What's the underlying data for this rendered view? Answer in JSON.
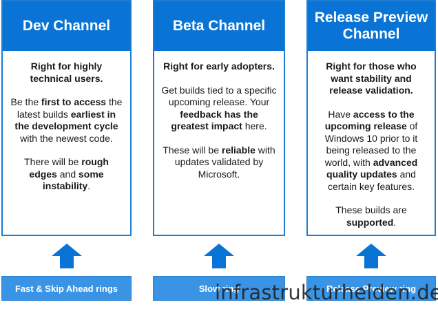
{
  "columns": [
    {
      "title": "Dev Channel",
      "ring": "Fast & Skip Ahead rings",
      "p1": [
        [
          "Right for highly technical users.",
          true
        ]
      ],
      "p2": [
        [
          "Be the ",
          false
        ],
        [
          "first to access",
          true
        ],
        [
          " the latest builds ",
          false
        ],
        [
          "earliest in the development cycle",
          true
        ],
        [
          " with the newest code.",
          false
        ]
      ],
      "p3": [
        [
          "There will be ",
          false
        ],
        [
          "rough edges",
          true
        ],
        [
          " and ",
          false
        ],
        [
          "some instability",
          true
        ],
        [
          ".",
          false
        ]
      ]
    },
    {
      "title": "Beta Channel",
      "ring": "Slow ring",
      "p1": [
        [
          "Right for early adopters.",
          true
        ]
      ],
      "p2": [
        [
          "Get builds tied to a specific upcoming release. Your ",
          false
        ],
        [
          "feedback has the greatest impact",
          true
        ],
        [
          " here.",
          false
        ]
      ],
      "p3": [
        [
          "These will be ",
          false
        ],
        [
          "reliable",
          true
        ],
        [
          " with updates validated by Microsoft.",
          false
        ]
      ]
    },
    {
      "title": "Release Preview Channel",
      "ring": "Release Preview ring",
      "p1": [
        [
          "Right for those who want stability and release validation.",
          true
        ]
      ],
      "p2": [
        [
          "Have ",
          false
        ],
        [
          "access to the upcoming release",
          true
        ],
        [
          " of Windows 10 prior to it being released to the world, with ",
          false
        ],
        [
          "advanced quality updates",
          true
        ],
        [
          " and certain key features.",
          false
        ]
      ],
      "p3": [
        [
          "These builds are ",
          false
        ],
        [
          "supported",
          true
        ],
        [
          ".",
          false
        ]
      ]
    }
  ],
  "watermark": "infrastrukturhelden.de",
  "colors": {
    "header": "#0a74d6",
    "border": "#1e7dd3",
    "ring": "#3a94e6",
    "arrow": "#0a74d6"
  },
  "icons": {
    "arrow": "up-arrow-icon"
  }
}
